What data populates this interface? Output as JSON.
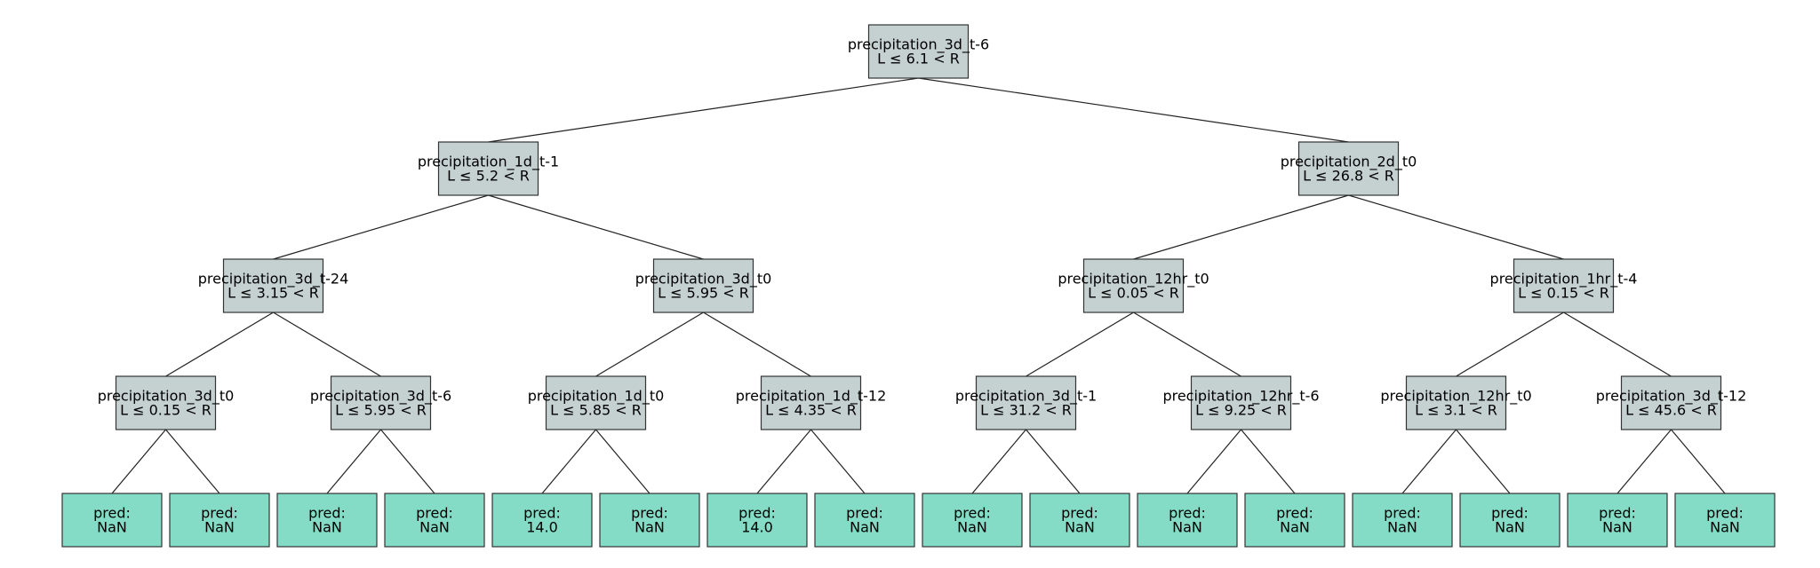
{
  "colors": {
    "split_fill": "#c5d1d1",
    "leaf_fill": "#84dcc6",
    "edge": "#222222",
    "border": "#333333"
  },
  "tree": {
    "label": [
      "precipitation_3d_t-6",
      "L ≤ 6.1 < R"
    ],
    "children": [
      {
        "label": [
          "precipitation_1d_t-1",
          "L ≤ 5.2 < R"
        ],
        "children": [
          {
            "label": [
              "precipitation_3d_t-24",
              "L ≤ 3.15 < R"
            ],
            "children": [
              {
                "label": [
                  "precipitation_3d_t0",
                  "L ≤ 0.15 < R"
                ],
                "children": [
                  {
                    "label": [
                      "pred:",
                      "NaN"
                    ]
                  },
                  {
                    "label": [
                      "pred:",
                      "NaN"
                    ]
                  }
                ]
              },
              {
                "label": [
                  "precipitation_3d_t-6",
                  "L ≤ 5.95 < R"
                ],
                "children": [
                  {
                    "label": [
                      "pred:",
                      "NaN"
                    ]
                  },
                  {
                    "label": [
                      "pred:",
                      "NaN"
                    ]
                  }
                ]
              }
            ]
          },
          {
            "label": [
              "precipitation_3d_t0",
              "L ≤ 5.95 < R"
            ],
            "children": [
              {
                "label": [
                  "precipitation_1d_t0",
                  "L ≤ 5.85 < R"
                ],
                "children": [
                  {
                    "label": [
                      "pred:",
                      "14.0"
                    ]
                  },
                  {
                    "label": [
                      "pred:",
                      "NaN"
                    ]
                  }
                ]
              },
              {
                "label": [
                  "precipitation_1d_t-12",
                  "L ≤ 4.35 < R"
                ],
                "children": [
                  {
                    "label": [
                      "pred:",
                      "14.0"
                    ]
                  },
                  {
                    "label": [
                      "pred:",
                      "NaN"
                    ]
                  }
                ]
              }
            ]
          }
        ]
      },
      {
        "label": [
          "precipitation_2d_t0",
          "L ≤ 26.8 < R"
        ],
        "children": [
          {
            "label": [
              "precipitation_12hr_t0",
              "L ≤ 0.05 < R"
            ],
            "children": [
              {
                "label": [
                  "precipitation_3d_t-1",
                  "L ≤ 31.2 < R"
                ],
                "children": [
                  {
                    "label": [
                      "pred:",
                      "NaN"
                    ]
                  },
                  {
                    "label": [
                      "pred:",
                      "NaN"
                    ]
                  }
                ]
              },
              {
                "label": [
                  "precipitation_12hr_t-6",
                  "L ≤ 9.25 < R"
                ],
                "children": [
                  {
                    "label": [
                      "pred:",
                      "NaN"
                    ]
                  },
                  {
                    "label": [
                      "pred:",
                      "NaN"
                    ]
                  }
                ]
              }
            ]
          },
          {
            "label": [
              "precipitation_1hr_t-4",
              "L ≤ 0.15 < R"
            ],
            "children": [
              {
                "label": [
                  "precipitation_12hr_t0",
                  "L ≤ 3.1 < R"
                ],
                "children": [
                  {
                    "label": [
                      "pred:",
                      "NaN"
                    ]
                  },
                  {
                    "label": [
                      "pred:",
                      "NaN"
                    ]
                  }
                ]
              },
              {
                "label": [
                  "precipitation_3d_t-12",
                  "L ≤ 45.6 < R"
                ],
                "children": [
                  {
                    "label": [
                      "pred:",
                      "NaN"
                    ]
                  },
                  {
                    "label": [
                      "pred:",
                      "NaN"
                    ]
                  }
                ]
              }
            ]
          }
        ]
      }
    ]
  }
}
